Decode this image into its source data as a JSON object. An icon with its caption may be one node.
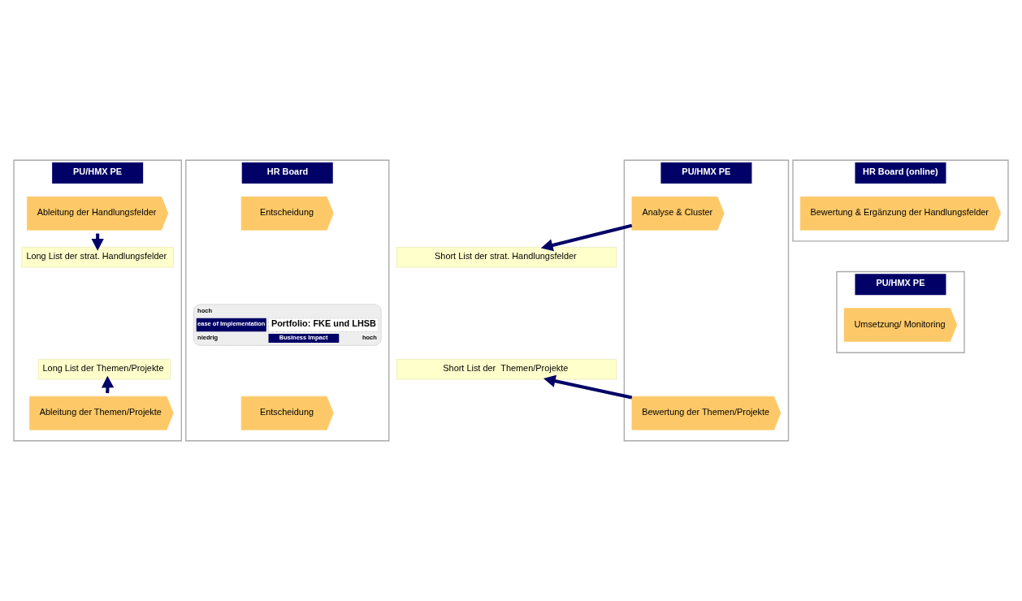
{
  "diagram": {
    "nodes": [
      {
        "text": [
          "PU/HMX PE"
        ]
      },
      {
        "text": [
          "Ableitung der Handlungsfelder"
        ],
        "in": 0
      },
      {
        "text": [
          "Long List der strat. Handlungsfelder"
        ],
        "in": 0
      },
      {
        "text": [
          "Long List der Themen/Projekte"
        ],
        "in": 0
      },
      {
        "text": [
          "Ableitung der Themen/Projekte"
        ],
        "in": 0
      },
      {
        "text": [
          "HR Board (online)"
        ]
      },
      {
        "text": [
          "Bewertung & Ergänzung der Handlungsfelder"
        ],
        "in": 5
      },
      {
        "text": [
          "PU/HMX PE"
        ]
      },
      {
        "text": [
          "Analyse & Cluster"
        ],
        "in": 7
      },
      {
        "text": [
          "Bewertung der Themen/Projekte"
        ],
        "in": 7
      },
      {
        "text": [
          "HR Board"
        ]
      },
      {
        "text": [
          "Entscheidung"
        ],
        "in": 10
      },
      {
        "text": [
          "hoch",
          "ease of Implementation",
          "Portfolio: FKE und LHSB",
          "niedrig",
          "Business Impact",
          "hoch"
        ],
        "in": 10
      },
      {
        "text": [
          "Entscheidung"
        ],
        "in": 10
      },
      {
        "text": [
          "PU/HMX PE"
        ]
      },
      {
        "text": [
          "Umsetzung/ Monitoring"
        ],
        "in": 14
      },
      {
        "text": [
          "Short List der strat. Handlungsfelder"
        ]
      },
      {
        "text": [
          "Short List der  Themen/Projekte"
        ]
      }
    ],
    "edges": [
      {
        "from": 1,
        "to": 2,
        "arrow": "to"
      },
      {
        "from": 4,
        "to": 3,
        "arrow": "to"
      },
      {
        "from": 8,
        "to": 16,
        "arrow": "to"
      },
      {
        "from": 9,
        "to": 17,
        "arrow": "to"
      }
    ]
  }
}
